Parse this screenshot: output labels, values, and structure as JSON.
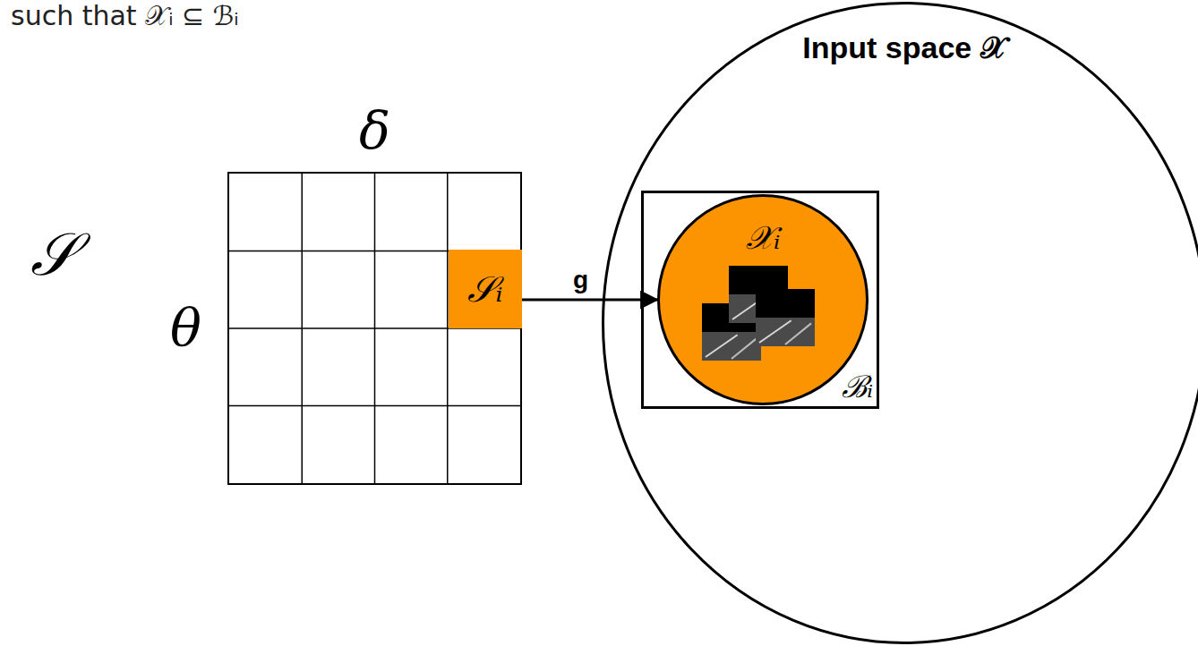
{
  "diagram": {
    "nodes": [
      {
        "text": [
          "δ",
          "θ"
        ]
      },
      {
        "text": [
          "𝒮ᵢ"
        ],
        "in": 0
      },
      {
        "text": [
          "Input space 𝒳"
        ]
      },
      {
        "text": [
          "ℬᵢ"
        ],
        "in": 2
      },
      {
        "text": [
          "𝒳ᵢ"
        ],
        "in": 3
      }
    ],
    "edges": [
      {
        "from": 1,
        "to": 4,
        "label": "g",
        "arrow": "to"
      }
    ],
    "labels": [
      "such that 𝒳ᵢ ⊆ ℬᵢ",
      "𝒮"
    ]
  }
}
